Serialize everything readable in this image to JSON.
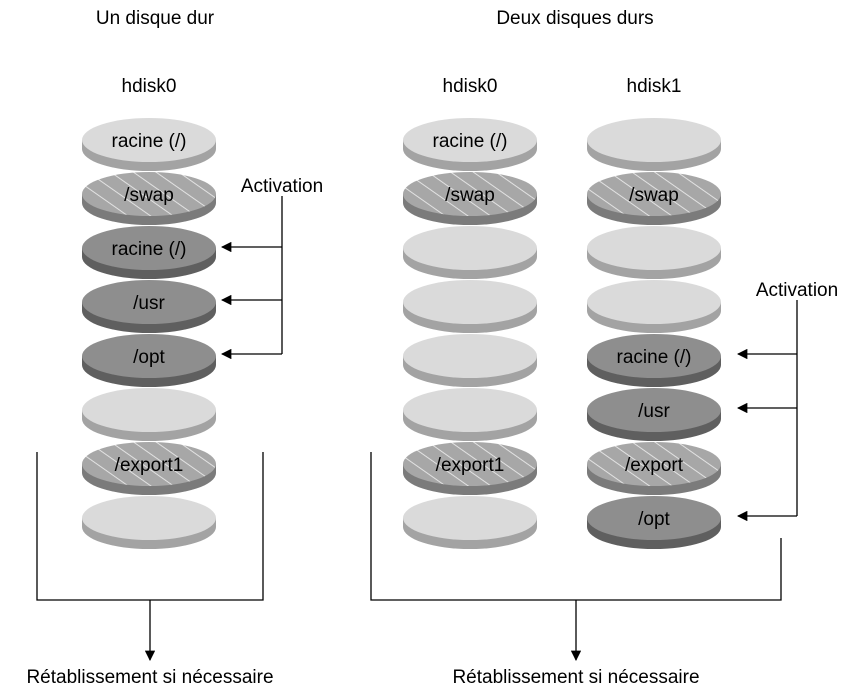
{
  "colors": {
    "light_top": "#dadada",
    "light_side": "#a3a3a3",
    "dark_top": "#8e8e8e",
    "dark_side": "#5f5f5f",
    "hatch_top": "#a7a7a7",
    "hatch_side": "#7b7b7b",
    "hatch_line": "#e2e2e2",
    "line": "#000000"
  },
  "left": {
    "title": "Un disque dur",
    "disks": [
      {
        "name": "hdisk0",
        "slices": [
          {
            "label": "racine (/)",
            "style": "light"
          },
          {
            "label": "/swap",
            "style": "hatched"
          },
          {
            "label": "racine (/)",
            "style": "dark",
            "activated": true
          },
          {
            "label": "/usr",
            "style": "dark",
            "activated": true
          },
          {
            "label": "/opt",
            "style": "dark",
            "activated": true
          },
          {
            "label": "",
            "style": "light"
          },
          {
            "label": "/export1",
            "style": "hatched"
          },
          {
            "label": "",
            "style": "light"
          }
        ]
      }
    ],
    "activation_label": "Activation",
    "fallback_label": "Rétablissement si nécessaire"
  },
  "right": {
    "title": "Deux disques durs",
    "disks": [
      {
        "name": "hdisk0",
        "slices": [
          {
            "label": "racine (/)",
            "style": "light"
          },
          {
            "label": "/swap",
            "style": "hatched"
          },
          {
            "label": "",
            "style": "light"
          },
          {
            "label": "",
            "style": "light"
          },
          {
            "label": "",
            "style": "light"
          },
          {
            "label": "",
            "style": "light"
          },
          {
            "label": "/export1",
            "style": "hatched"
          },
          {
            "label": "",
            "style": "light"
          }
        ]
      },
      {
        "name": "hdisk1",
        "slices": [
          {
            "label": "",
            "style": "light"
          },
          {
            "label": "/swap",
            "style": "hatched"
          },
          {
            "label": "",
            "style": "light"
          },
          {
            "label": "",
            "style": "light"
          },
          {
            "label": "racine (/)",
            "style": "dark",
            "activated": true
          },
          {
            "label": "/usr",
            "style": "dark",
            "activated": true
          },
          {
            "label": "/export",
            "style": "hatched"
          },
          {
            "label": "/opt",
            "style": "dark",
            "activated": true
          }
        ]
      }
    ],
    "activation_label": "Activation",
    "fallback_label": "Rétablissement si nécessaire"
  }
}
